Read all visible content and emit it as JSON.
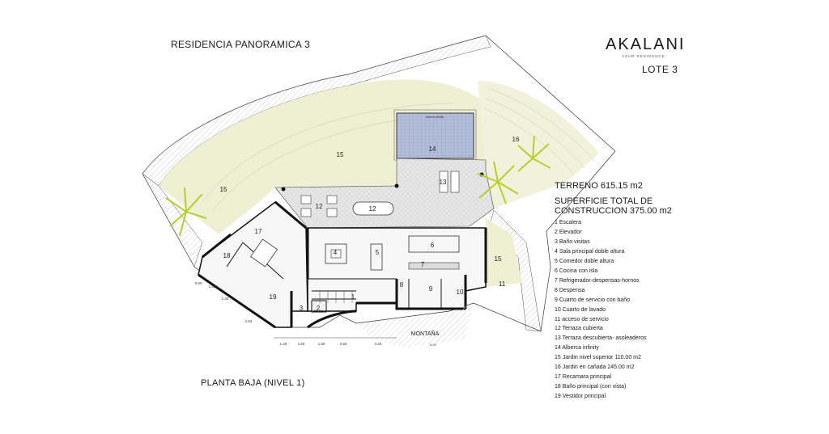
{
  "header": {
    "title": "RESIDENCIA PANORAMICA  3",
    "brand": "AKALANI",
    "brand_sub": "AZUR RESIDENCE",
    "lote": "LOTE  3"
  },
  "summary": {
    "terreno": "TERRENO   615.15 m2",
    "superficie_line1": "SUPERFICIE  TOTAL DE",
    "superficie_line2": "CONSTRUCCION  375.00 m2"
  },
  "legend": [
    "1 Escalera",
    "2 Elevador",
    "3 Baño visitas",
    "4 Sala principal doble altura",
    "5 Comedor doble altura",
    "6 Cocina con isla",
    "7 Refrigerador-despensas-hornos",
    "8 Despensa",
    "9 Cuarto de servicio con baño",
    "10 Cuarto de lavado",
    "11 acceso de servicio",
    "12 Terraza cubierta",
    "13 Terraza descubierta- asoleaderos",
    "14 Alberca infinity",
    "15 Jardin nivel superior 110.00 m2",
    "16 Jardin en cañada  245.00 m2",
    "17 Recamara principal",
    "18 Baño principal (con vista)",
    "19 Vestidor principal"
  ],
  "plan": {
    "room_numbers": [
      "15",
      "15",
      "16",
      "14",
      "13",
      "12",
      "12",
      "17",
      "18",
      "19",
      "3",
      "2",
      "1",
      "4",
      "5",
      "6",
      "7",
      "8",
      "9",
      "10",
      "11",
      "15"
    ],
    "pool_label": "alberca infinity",
    "montana": "MONTAÑA",
    "montana_dim": "6.00",
    "dims_bottom": [
      "1.29",
      "1.50",
      "1.50",
      "2.50",
      "3.20"
    ],
    "dims_left": [
      "0.60",
      "1.50",
      "1.30",
      "2.93"
    ]
  },
  "footer": {
    "planta": "PLANTA  BAJA  (NIVEL 1)"
  },
  "colors": {
    "garden": "#efefd4",
    "pool": "#b3bdd9",
    "deck": "#e4e4e4",
    "wall": "#111111",
    "hatch": "#cfcfcf",
    "palm": "#b6cf2e"
  }
}
